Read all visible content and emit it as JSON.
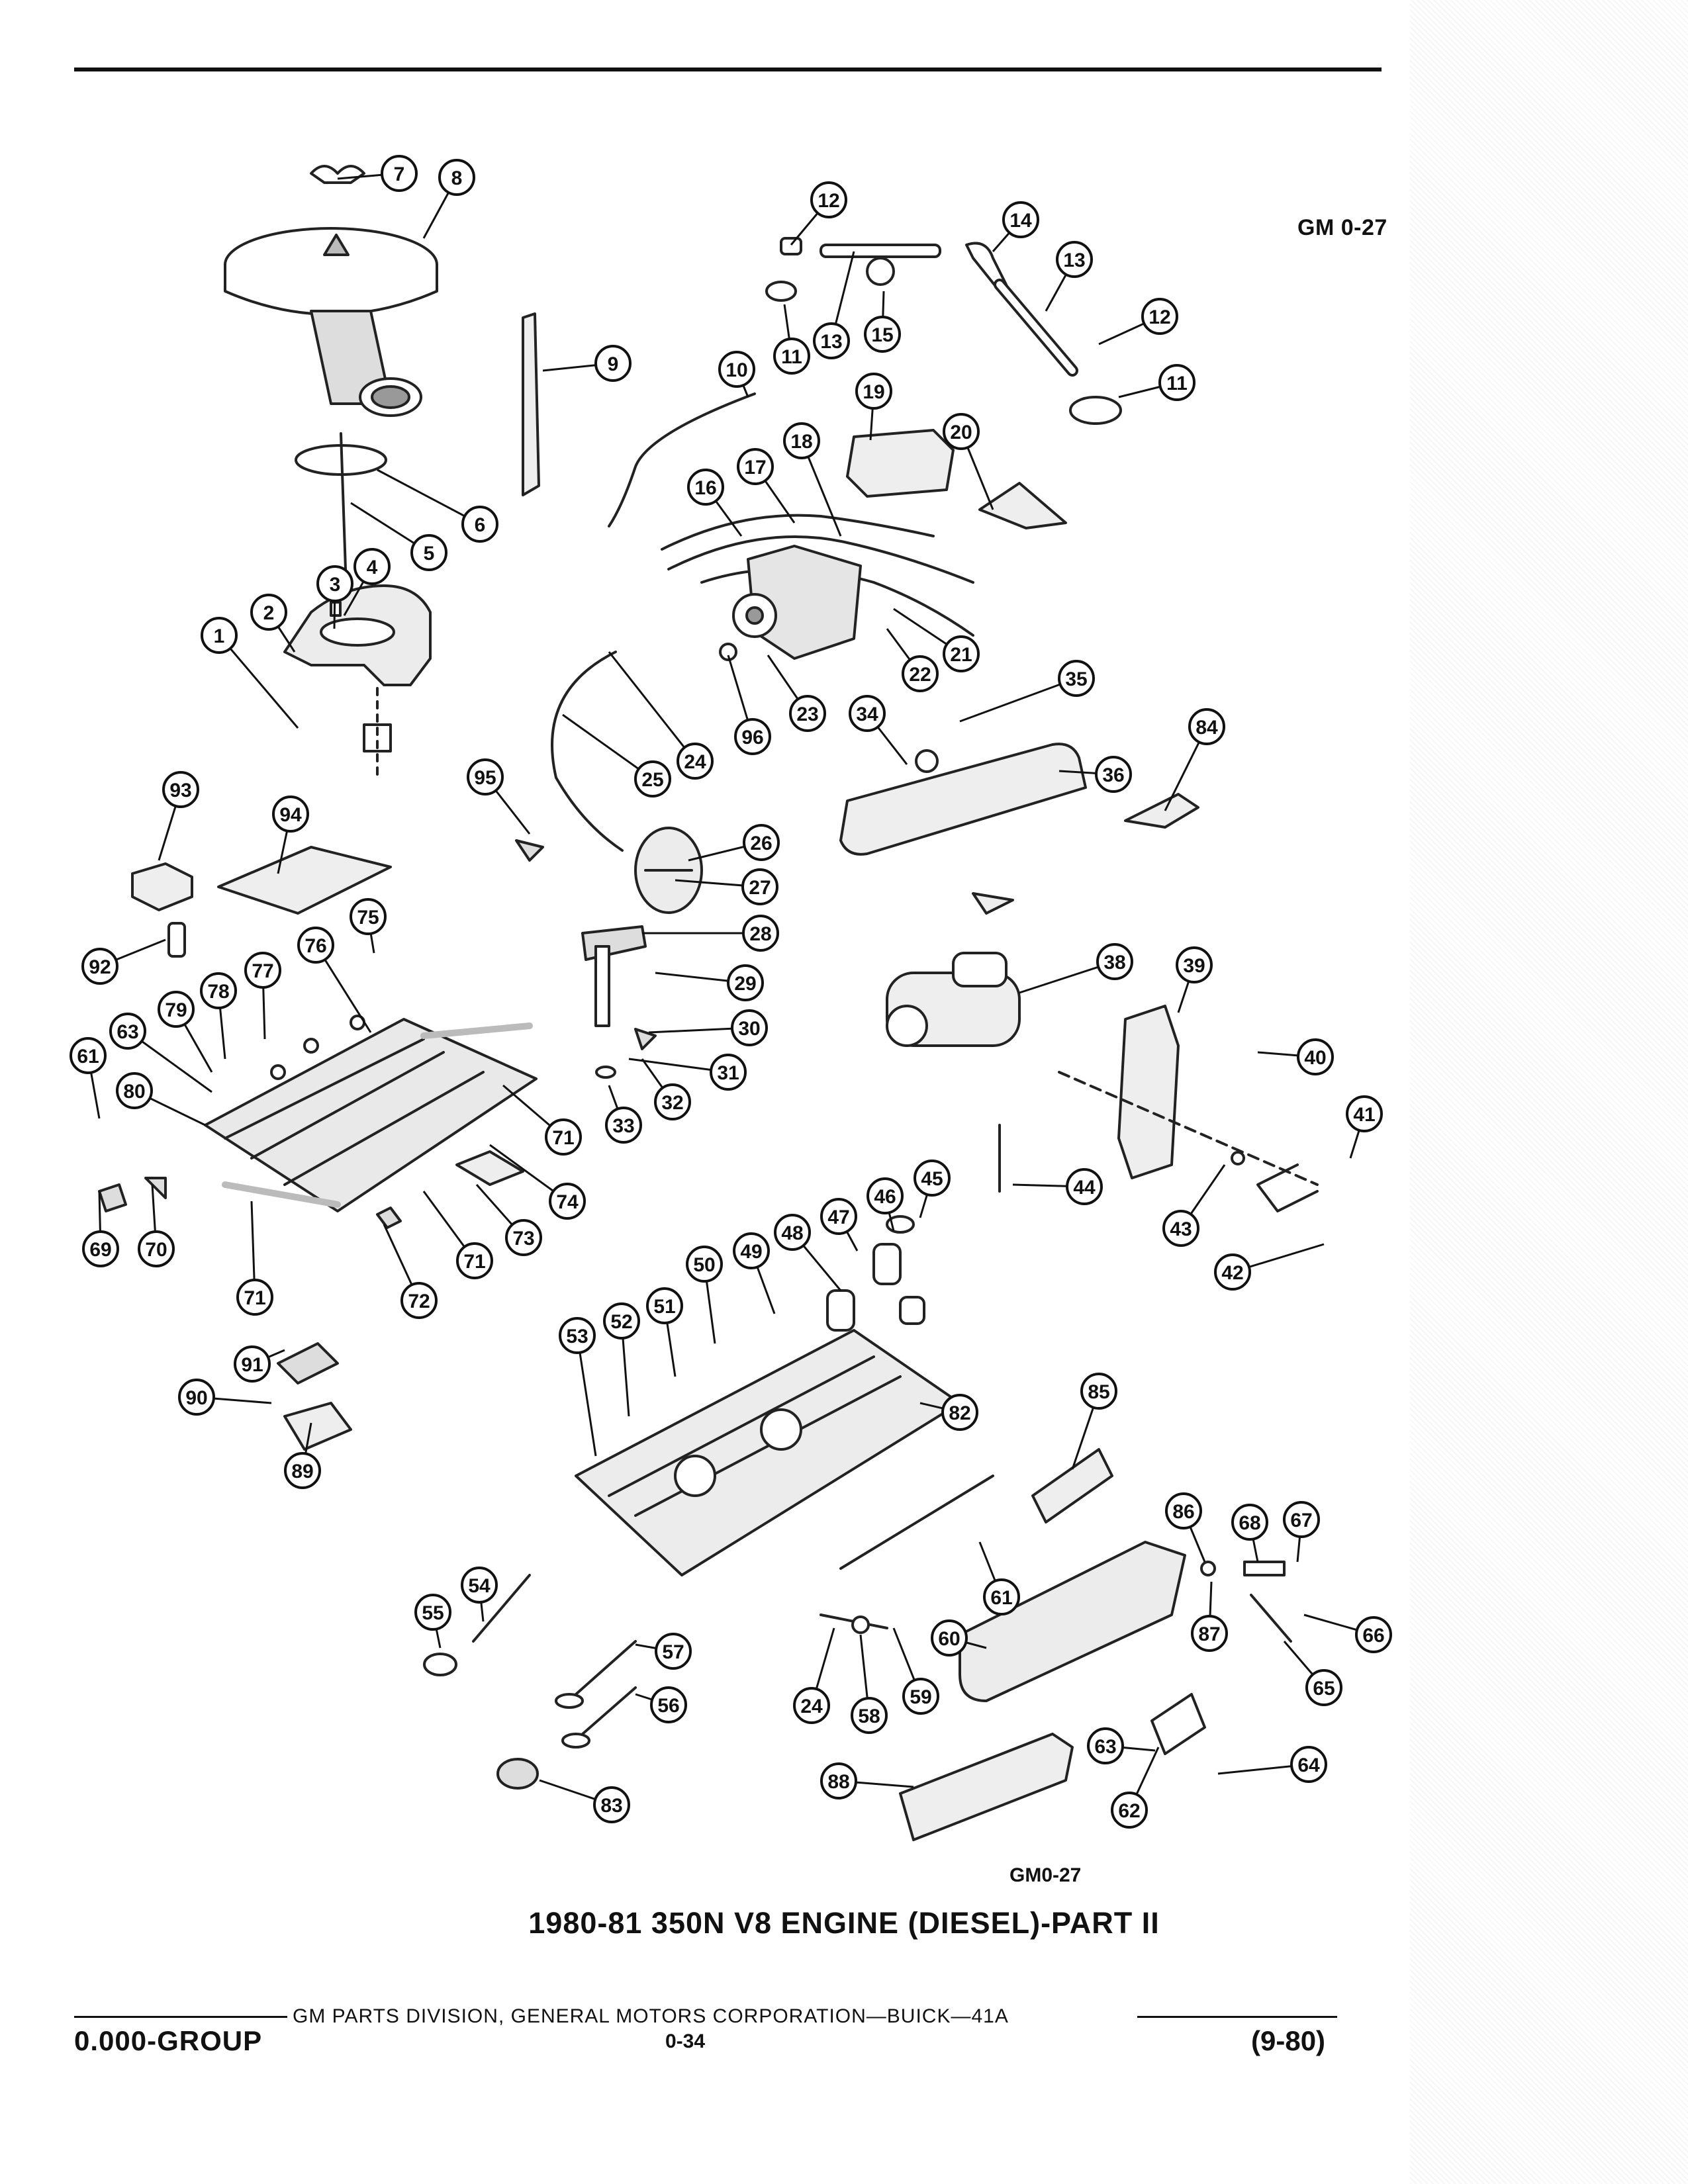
{
  "header": {
    "ref_top": "GM 0-27"
  },
  "figure": {
    "ref_bottom": "GM0-27",
    "caption": "1980-81 350N V8 ENGINE (DIESEL)-PART II"
  },
  "footer": {
    "division": "GM PARTS DIVISION, GENERAL MOTORS CORPORATION—BUICK—41A",
    "group": "0.000-GROUP",
    "page": "0-34",
    "date": "(9-80)"
  },
  "callouts": [
    "7",
    "8",
    "12",
    "14",
    "13",
    "12",
    "11",
    "11",
    "13",
    "15",
    "9",
    "10",
    "19",
    "20",
    "18",
    "17",
    "16",
    "6",
    "5",
    "4",
    "3",
    "2",
    "1",
    "21",
    "22",
    "23",
    "96",
    "24",
    "25",
    "35",
    "34",
    "36",
    "84",
    "93",
    "94",
    "95",
    "26",
    "27",
    "75",
    "76",
    "77",
    "78",
    "79",
    "63",
    "92",
    "28",
    "29",
    "30",
    "31",
    "32",
    "33",
    "38",
    "39",
    "40",
    "41",
    "44",
    "43",
    "42",
    "61",
    "80",
    "71",
    "74",
    "73",
    "71",
    "72",
    "69",
    "70",
    "71",
    "45",
    "46",
    "47",
    "48",
    "49",
    "50",
    "51",
    "52",
    "53",
    "82",
    "91",
    "90",
    "89",
    "85",
    "86",
    "68",
    "67",
    "66",
    "87",
    "61",
    "60",
    "65",
    "54",
    "55",
    "57",
    "56",
    "24",
    "58",
    "59",
    "83",
    "88",
    "63",
    "64",
    "62"
  ]
}
